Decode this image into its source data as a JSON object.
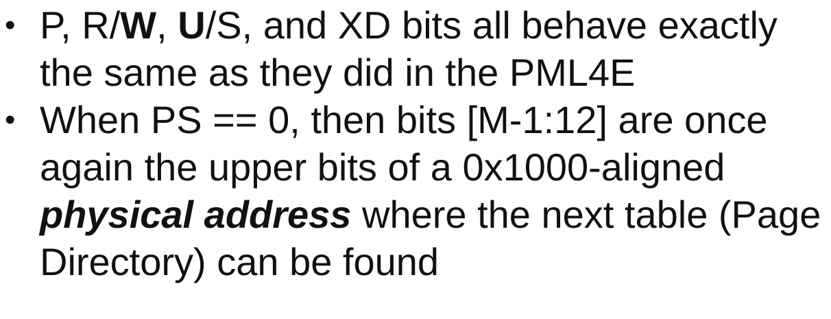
{
  "slide": {
    "bullets": [
      {
        "marker": "•",
        "segments": [
          {
            "text": "P, R/",
            "style": "normal"
          },
          {
            "text": "W",
            "style": "bold"
          },
          {
            "text": ", ",
            "style": "normal"
          },
          {
            "text": "U",
            "style": "bold"
          },
          {
            "text": "/S, and XD bits all behave exactly the same as they did in the PML4E",
            "style": "normal"
          }
        ]
      },
      {
        "marker": "•",
        "segments": [
          {
            "text": "When PS == 0, then bits [M-1:12] are once again the upper bits of a 0x1000-aligned ",
            "style": "normal"
          },
          {
            "text": "physical address",
            "style": "bold-italic"
          },
          {
            "text": " where the next table (Page Directory) can be found",
            "style": "normal"
          }
        ]
      }
    ]
  }
}
